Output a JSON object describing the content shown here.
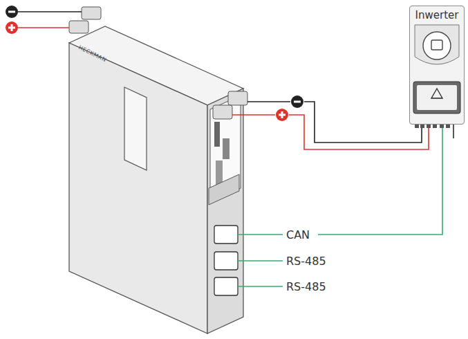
{
  "diagram": {
    "nodes": [
      {
        "text": [
          "Inwerter"
        ]
      }
    ],
    "labels": [
      "CAN",
      "RS-485",
      "RS-485",
      "HECKMAN"
    ]
  }
}
